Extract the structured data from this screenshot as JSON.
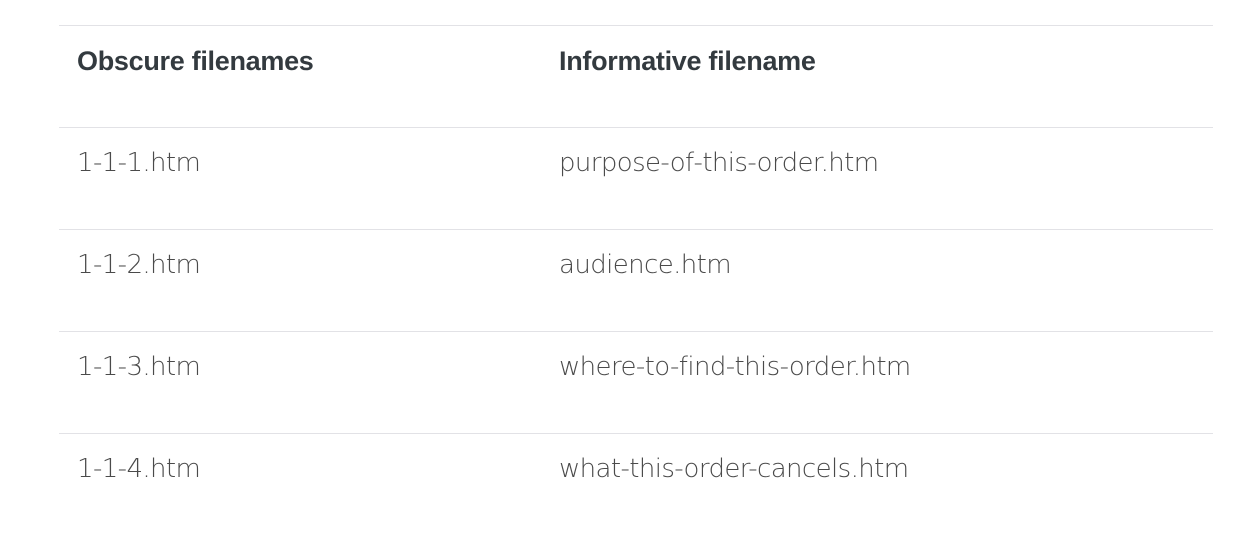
{
  "table": {
    "headers": [
      "Obscure filenames",
      "Informative filename"
    ],
    "rows": [
      [
        "1-1-1.htm",
        "purpose-of-this-order.htm"
      ],
      [
        "1-1-2.htm",
        "audience.htm"
      ],
      [
        "1-1-3.htm",
        "where-to-find-this-order.htm"
      ],
      [
        "1-1-4.htm",
        "what-this-order-cancels.htm"
      ]
    ]
  }
}
